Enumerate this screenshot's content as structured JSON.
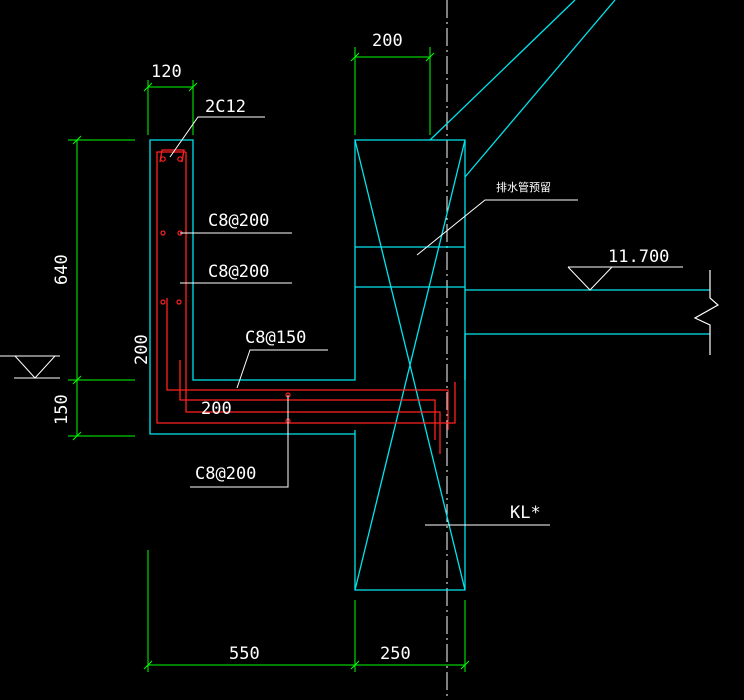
{
  "drawing": {
    "colors": {
      "background": "#000000",
      "concrete_outline": "#00e5ee",
      "rebar": "#ff2020",
      "dimension": "#00ff00",
      "annotation": "#ffffff",
      "axis": "#ffffff"
    },
    "dimensions": {
      "top_width_200": "200",
      "top_width_120": "120",
      "height_640": "640",
      "height_150": "150",
      "inner_200_vertical": "200",
      "inner_200_horizontal": "200",
      "bottom_550": "550",
      "bottom_250": "250"
    },
    "annotations": {
      "top_bars": "2C12",
      "stirrup_a": "C8@200",
      "stirrup_b": "C8@200",
      "stirrup_c": "C8@150",
      "stirrup_d": "C8@200",
      "drain_pipe_note": "排水管预留",
      "beam_label": "KL*"
    },
    "elevation": {
      "value": "11.700"
    }
  }
}
